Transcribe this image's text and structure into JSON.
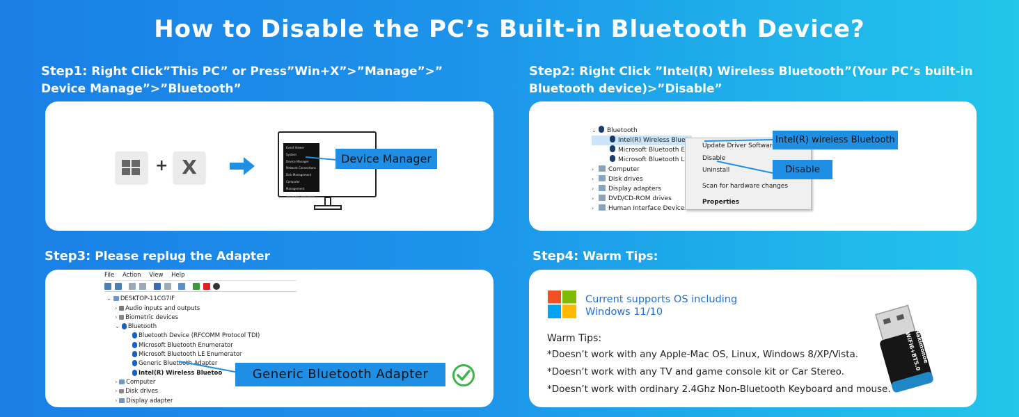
{
  "title": "How to Disable  the PC’s Built-in Bluetooth Device?",
  "step1": {
    "label": "Step1:",
    "text_line1": " Right Click”This PC” or Press”Win+X”>”Manage”>”",
    "text_line2": "Device Manage”>”Bluetooth”",
    "plus": "+",
    "x_key": "X",
    "callout": "Device Manager",
    "menu_items": [
      "Event Viewer",
      "System",
      "Device Manager",
      "Network Connections",
      "Disk Management",
      "Computer Management",
      "Windows PowerShell"
    ]
  },
  "step2": {
    "label": "Step2:",
    "text_line1": " Right Click ”Intel(R) Wireless Bluetooth”(Your PC’s built-in",
    "text_line2": "Bluetooth device)>”Disable”",
    "tree": {
      "bluetooth": "Bluetooth",
      "children": [
        "Intel(R) Wireless Bluete",
        "Microsoft Bluetooth Er",
        "Microsoft Bluetooth LI"
      ],
      "others": [
        "Computer",
        "Disk drives",
        "Display adapters",
        "DVD/CD-ROM drives",
        "Human Interface Devices"
      ]
    },
    "context_menu": {
      "update": "Update Driver Software...",
      "disable": "Disable",
      "uninstall": "Uninstall",
      "scan": "Scan for hardware changes",
      "properties": "Properties"
    },
    "callout_device": "Intel(R) wireless Bluetooth",
    "callout_disable": "Disable"
  },
  "step3": {
    "label": "Step3:",
    "text": " Please replug the Adapter",
    "menubar": [
      "File",
      "Action",
      "View",
      "Help"
    ],
    "computer_name": "DESKTOP-11CG7IF",
    "tree_top": [
      "Audio inputs and outputs",
      "Biometric devices"
    ],
    "bluetooth": "Bluetooth",
    "bt_children": [
      "Bluetooth Device (RFCOMM Protocol TDI)",
      "Microsoft Bluetooth Enumerator",
      "Microsoft Bluetooth LE Enumerator",
      "Generic Bluetooth Adapter",
      "Intel(R) Wireless Bluetoo"
    ],
    "tree_bottom": [
      "Computer",
      "Disk drives",
      "Display adapter"
    ],
    "callout": "Generic Bluetooth Adapter"
  },
  "step4": {
    "label": "Step4:",
    "text": " Warm Tips:",
    "os_line1": "Current supports OS including",
    "os_line2": "Windows 11/10",
    "tips_heading": "Warm Tips:",
    "tips": [
      "*Doesn’t work with any Apple-Mac OS, Linux, Windows 8/XP/Vista.",
      "*Doesn’t work with any TV and game console kit or Car Stereo.",
      "*Doesn’t work with ordinary 2.4Ghz Non-Bluetooth Keyboard and mouse."
    ],
    "adapter_print_1": "WiFi6+BT5.0",
    "adapter_print_2": "Hakimonoe"
  },
  "colors": {
    "callout_blue": "#1e8fe4",
    "os_text_blue": "#1f6fd6",
    "check_green": "#3cb44a"
  }
}
